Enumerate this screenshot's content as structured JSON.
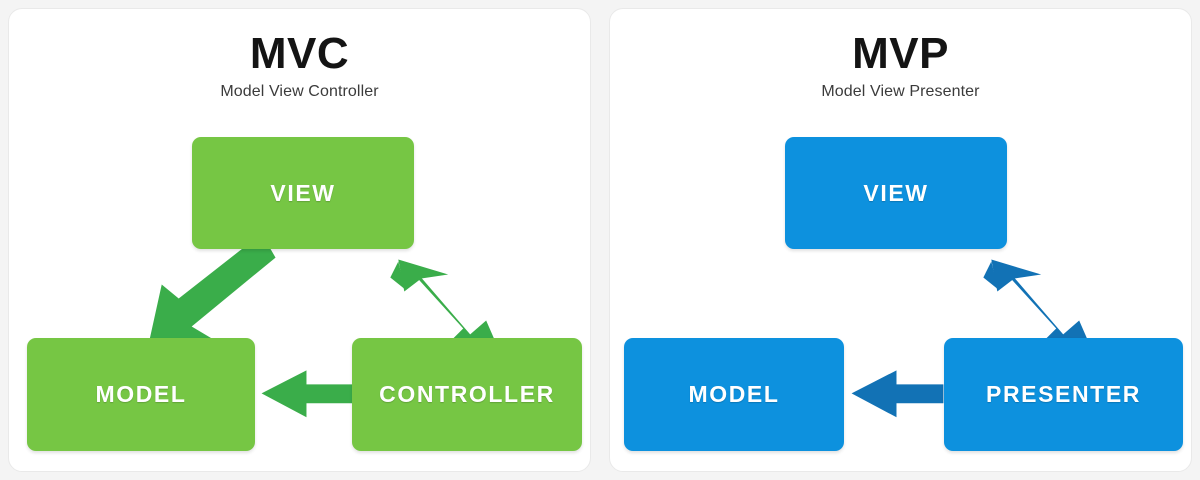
{
  "background_color": "#f4f4f4",
  "panels": [
    {
      "id": "mvc",
      "title": "MVC",
      "subtitle": "Model View Controller",
      "box_color": "#76c644",
      "arrow_color": "#3aad4a",
      "nodes": [
        {
          "id": "view",
          "label": "VIEW"
        },
        {
          "id": "model",
          "label": "MODEL"
        },
        {
          "id": "controller",
          "label": "CONTROLLER"
        }
      ],
      "arrows": [
        {
          "id": "view-to-model",
          "from": "VIEW",
          "to": "MODEL",
          "direction": "one-way"
        },
        {
          "id": "view-to-controller",
          "from": "VIEW",
          "to": "CONTROLLER",
          "direction": "two-way"
        },
        {
          "id": "controller-to-model",
          "from": "CONTROLLER",
          "to": "MODEL",
          "direction": "one-way"
        }
      ]
    },
    {
      "id": "mvp",
      "title": "MVP",
      "subtitle": "Model View Presenter",
      "box_color": "#0d91de",
      "arrow_color": "#1272b5",
      "nodes": [
        {
          "id": "view",
          "label": "VIEW"
        },
        {
          "id": "model",
          "label": "MODEL"
        },
        {
          "id": "presenter",
          "label": "PRESENTER"
        }
      ],
      "arrows": [
        {
          "id": "view-to-presenter",
          "from": "VIEW",
          "to": "PRESENTER",
          "direction": "two-way"
        },
        {
          "id": "presenter-to-model",
          "from": "PRESENTER",
          "to": "MODEL",
          "direction": "one-way"
        }
      ]
    }
  ]
}
